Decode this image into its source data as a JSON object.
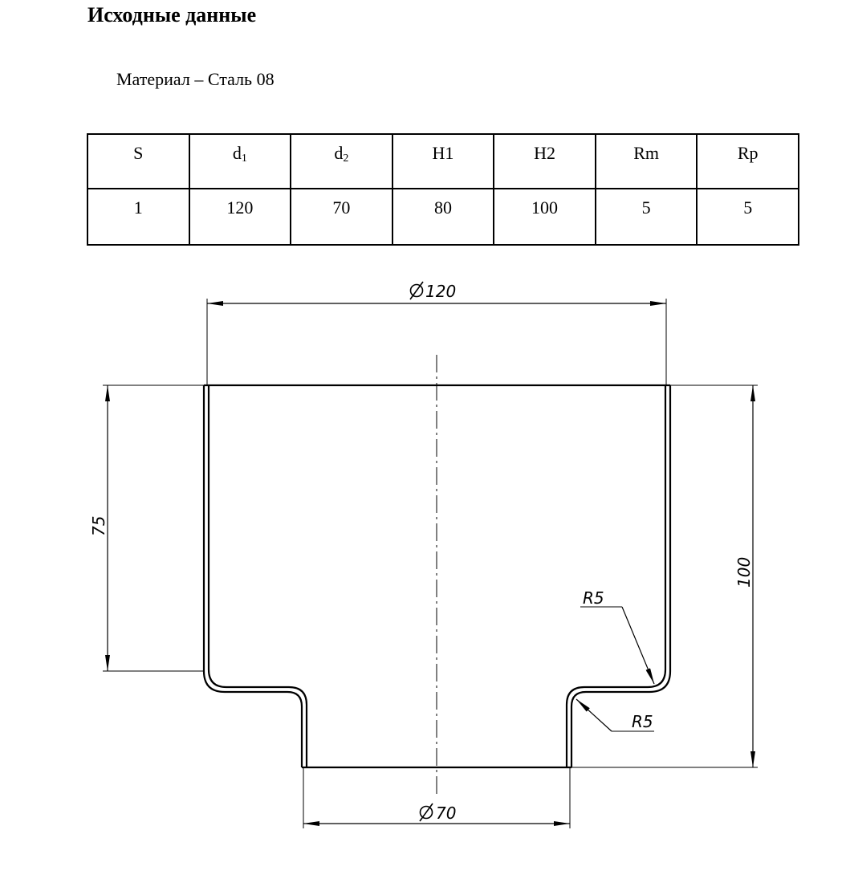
{
  "heading": "Исходные данные",
  "material": "Материал – Сталь 08",
  "table": {
    "headers": [
      {
        "main": "S",
        "sub": ""
      },
      {
        "main": "d",
        "sub": "1"
      },
      {
        "main": "d",
        "sub": "2"
      },
      {
        "main": "H1",
        "sub": ""
      },
      {
        "main": "H2",
        "sub": ""
      },
      {
        "main": "Rm",
        "sub": ""
      },
      {
        "main": "Rp",
        "sub": ""
      }
    ],
    "values": [
      "1",
      "120",
      "70",
      "80",
      "100",
      "5",
      "5"
    ]
  },
  "drawing": {
    "dim_top_diameter": "120",
    "dim_bottom_diameter": "70",
    "dim_left_height": "75",
    "dim_right_height": "100",
    "radius_upper": "R5",
    "radius_lower": "R5"
  }
}
